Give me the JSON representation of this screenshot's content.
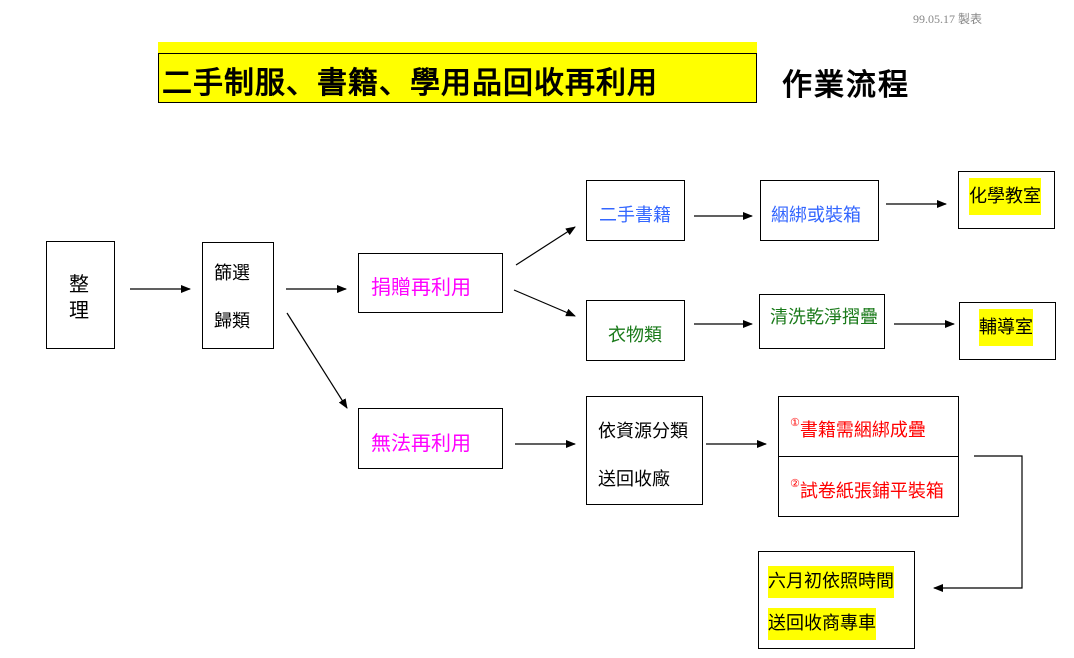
{
  "header": {
    "date": "99.05.17 製表",
    "title": "二手制服、書籍、學用品回收再利用",
    "title_suffix": "作業流程"
  },
  "flow": {
    "organize": [
      "整",
      "理"
    ],
    "sort": [
      "篩選",
      "歸類"
    ],
    "donate_reuse": "捐贈再利用",
    "not_reusable": "無法再利用",
    "used_books": "二手書籍",
    "bundle_or_box": "綑綁或裝箱",
    "chemistry_room": "化學教室",
    "clothing": "衣物類",
    "wash_fold": "清洗乾淨摺疊",
    "counseling_room": "輔導室",
    "classify": [
      "依資源分類",
      "送回收廠"
    ],
    "step1_num": "①",
    "step1": "書籍需綑綁成疊",
    "step2_num": "②",
    "step2": "試卷紙張鋪平裝箱",
    "final": [
      "六月初依照時間",
      "送回收商專車"
    ]
  },
  "colors": {
    "highlight": "#ffff00",
    "blue": "#3366ff",
    "green": "#1a7a1a",
    "magenta": "#ff00ff",
    "red": "#ff0000"
  }
}
